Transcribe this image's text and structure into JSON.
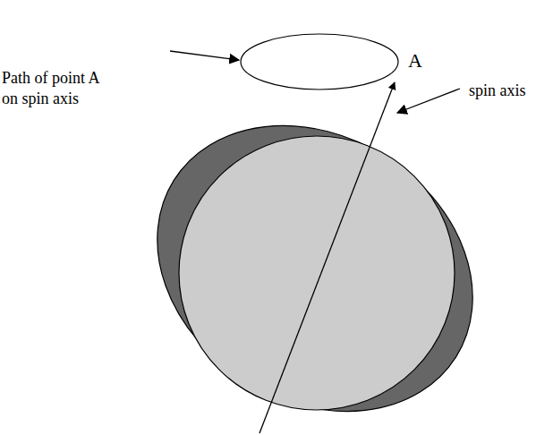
{
  "diagram": {
    "labels": [
      "Path of point A on spin axis",
      "A",
      "spin axis"
    ]
  }
}
